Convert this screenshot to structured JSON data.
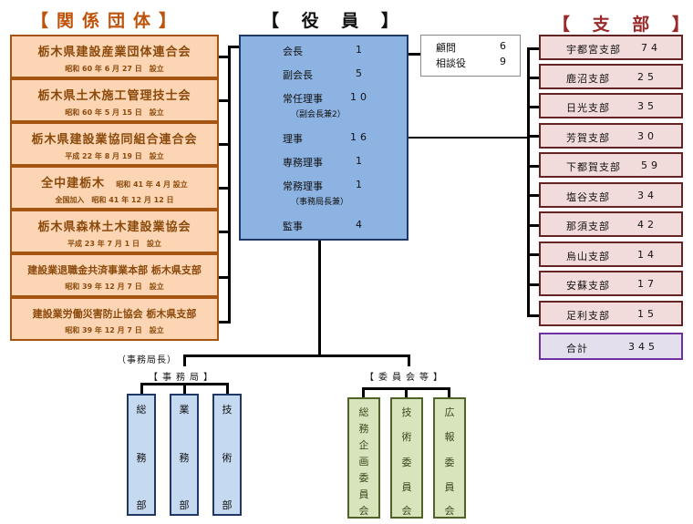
{
  "headings": {
    "related_orgs": "【関係団体】",
    "officers": "【 役 員 】",
    "branches": "【 支 部 】"
  },
  "related_orgs": [
    {
      "name": "栃木県建設産業団体連合会",
      "note": "昭和 60 年 6 月 27 日　設立"
    },
    {
      "name": "栃木県土木施工管理技士会",
      "note": "昭和 60 年 5 月 15 日　設立"
    },
    {
      "name": "栃木県建設業協同組合連合会",
      "note": "平成 22 年 8 月 19 日　設立"
    },
    {
      "name": "全中建栃木",
      "inline_note": "昭和 41 年 4 月 設立",
      "note": "全国加入　昭和 41 年 12 月 12 日"
    },
    {
      "name": "栃木県森林土木建設業協会",
      "note": "平成 23 年 7 月 1 日　設立"
    },
    {
      "name": "建設業退職金共済事業本部 栃木県支部",
      "note": "昭和 39 年 12 月 7 日　設立"
    },
    {
      "name": "建設業労働災害防止協会 栃木県支部",
      "note": "昭和 39 年 12 月 7 日　設立"
    }
  ],
  "officers": [
    {
      "role": "会長",
      "count": "1"
    },
    {
      "role": "副会長",
      "count": "5"
    },
    {
      "role": "常任理事",
      "count": "10",
      "note": "（副会長兼2）"
    },
    {
      "role": "理事",
      "count": "16"
    },
    {
      "role": "専務理事",
      "count": "1"
    },
    {
      "role": "常務理事",
      "count": "1",
      "note": "（事務局長兼）"
    },
    {
      "role": "監事",
      "count": "4"
    }
  ],
  "advisors": [
    {
      "role": "顧問",
      "count": "6"
    },
    {
      "role": "相談役",
      "count": "9"
    }
  ],
  "branches": [
    {
      "name": "宇都宮支部",
      "count": "74"
    },
    {
      "name": "鹿沼支部",
      "count": "25"
    },
    {
      "name": "日光支部",
      "count": "35"
    },
    {
      "name": "芳賀支部",
      "count": "30"
    },
    {
      "name": "下都賀支部",
      "count": "59"
    },
    {
      "name": "塩谷支部",
      "count": "34"
    },
    {
      "name": "那須支部",
      "count": "42"
    },
    {
      "name": "烏山支部",
      "count": "14"
    },
    {
      "name": "安蘇支部",
      "count": "17"
    },
    {
      "name": "足利支部",
      "count": "15"
    }
  ],
  "total": {
    "label": "合計",
    "count": "345"
  },
  "secretariat": {
    "head_label": "（事務局長）",
    "heading": "【事務局】",
    "departments": [
      {
        "name": "総務部",
        "chars": [
          "総",
          "務",
          "部"
        ]
      },
      {
        "name": "業務部",
        "chars": [
          "業",
          "務",
          "部"
        ]
      },
      {
        "name": "技術部",
        "chars": [
          "技",
          "術",
          "部"
        ]
      }
    ]
  },
  "committees": {
    "heading": "【委員会等】",
    "items": [
      {
        "name": "総務企画委員会",
        "chars": [
          "総",
          "務",
          "企",
          "画",
          "委",
          "員",
          "会"
        ]
      },
      {
        "name": "技術委員会",
        "chars": [
          "技",
          "術",
          "委",
          "員",
          "会"
        ]
      },
      {
        "name": "広報委員会",
        "chars": [
          "広",
          "報",
          "委",
          "員",
          "会"
        ]
      }
    ]
  },
  "colors": {
    "org_fill": "#fcd5b4",
    "org_border": "#a55412",
    "officers_fill": "#8db3e2",
    "branch_fill": "#f2dcdb",
    "branch_border": "#632423",
    "total_fill": "#e4dfec",
    "total_border": "#7030a0",
    "dept_fill": "#c5d9f1",
    "committee_fill": "#d7e4bc"
  }
}
